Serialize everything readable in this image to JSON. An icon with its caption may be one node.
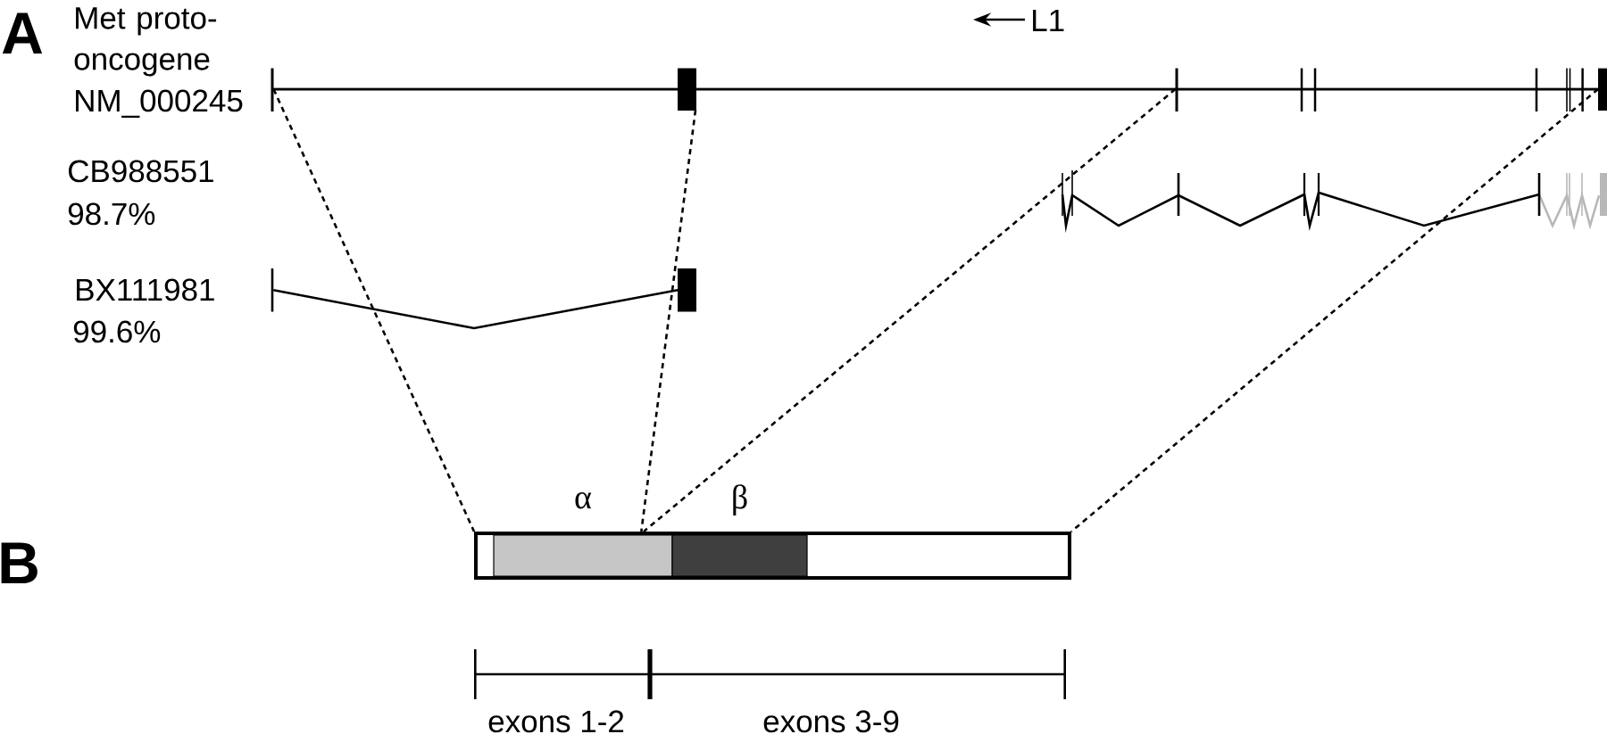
{
  "diagram": {
    "nodes": [
      {
        "text": [],
        "shape": "picture"
      },
      {
        "text": [],
        "shape": "bar"
      },
      {
        "text": [],
        "shape": "bar"
      },
      {
        "text": [],
        "shape": "box"
      },
      {
        "text": [
          "α"
        ],
        "in": 3
      },
      {
        "text": [
          "β"
        ],
        "in": 3
      }
    ],
    "edges": [
      {
        "from": 0,
        "to": 3,
        "arrow": "none",
        "style": "dashed"
      },
      {
        "from": 0,
        "to": 3,
        "arrow": "none",
        "style": "dashed"
      },
      {
        "from": 0,
        "to": 3,
        "arrow": "none",
        "style": "dashed"
      },
      {
        "from": 0,
        "to": 3,
        "arrow": "none",
        "style": "dashed"
      },
      {
        "from": 1,
        "to": 2,
        "arrow": "none"
      }
    ],
    "labels": [
      "A",
      "Met proto-oncogene",
      "NM_000245",
      "L1",
      "CB988551",
      "98.7%",
      "BX111981",
      "99.6%",
      "B",
      "exons 1-2",
      "exons 3-9"
    ]
  }
}
